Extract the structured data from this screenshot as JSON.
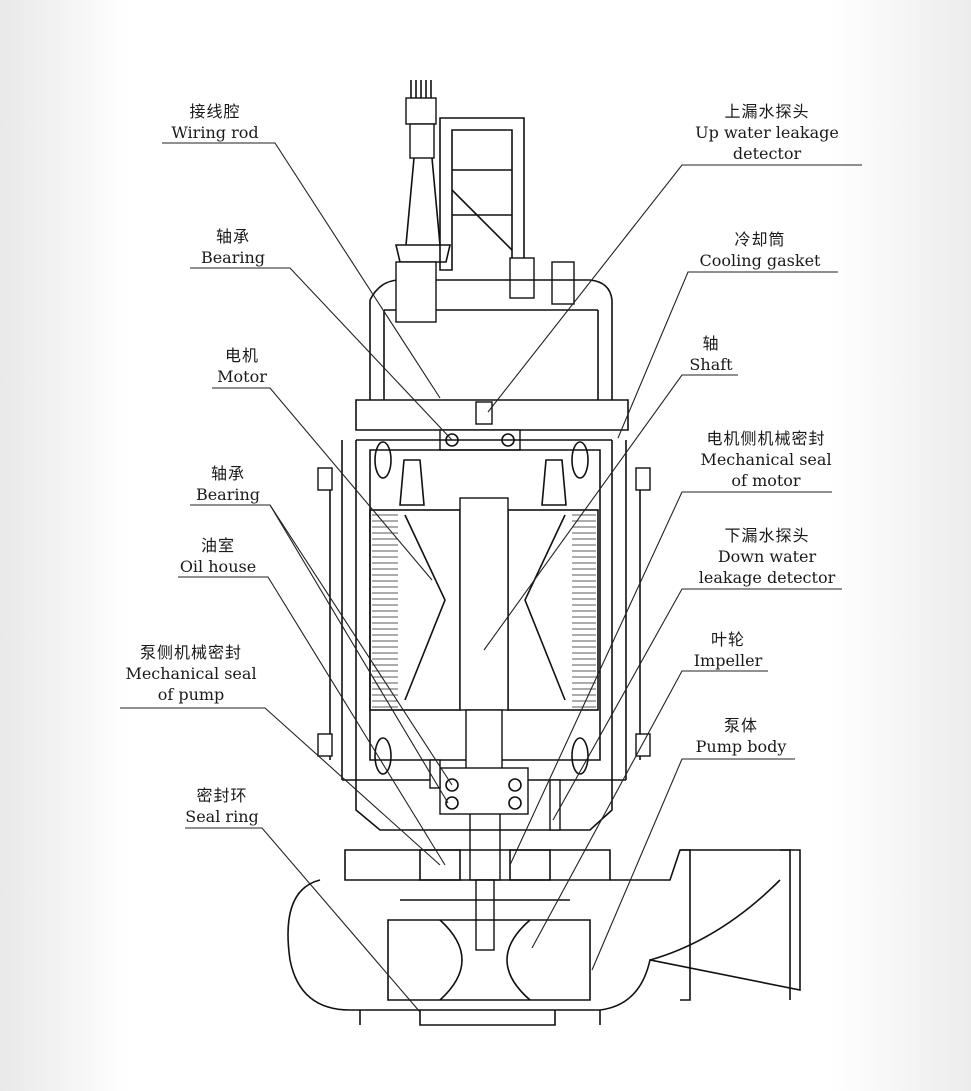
{
  "labels": {
    "wiring_rod": {
      "zh": "接线腔",
      "en": "Wiring rod"
    },
    "bearing_top": {
      "zh": "轴承",
      "en": "Bearing"
    },
    "motor": {
      "zh": "电机",
      "en": "Motor"
    },
    "bearing_bottom": {
      "zh": "轴承",
      "en": "Bearing"
    },
    "oil_house": {
      "zh": "油室",
      "en": "Oil house"
    },
    "mech_seal_pump": {
      "zh": "泵侧机械密封",
      "en": "Mechanical seal",
      "en2": "of pump"
    },
    "seal_ring": {
      "zh": "密封环",
      "en": "Seal ring"
    },
    "up_detector": {
      "zh": "上漏水探头",
      "en": "Up water leakage",
      "en2": "detector"
    },
    "cooling_gasket": {
      "zh": "冷却筒",
      "en": "Cooling gasket"
    },
    "shaft": {
      "zh": "轴",
      "en": "Shaft"
    },
    "mech_seal_motor": {
      "zh": "电机侧机械密封",
      "en": "Mechanical seal",
      "en2": "of motor"
    },
    "down_detector": {
      "zh": "下漏水探头",
      "en": "Down water",
      "en2": "leakage detector"
    },
    "impeller": {
      "zh": "叶轮",
      "en": "Impeller"
    },
    "pump_body": {
      "zh": "泵体",
      "en": "Pump body"
    }
  }
}
